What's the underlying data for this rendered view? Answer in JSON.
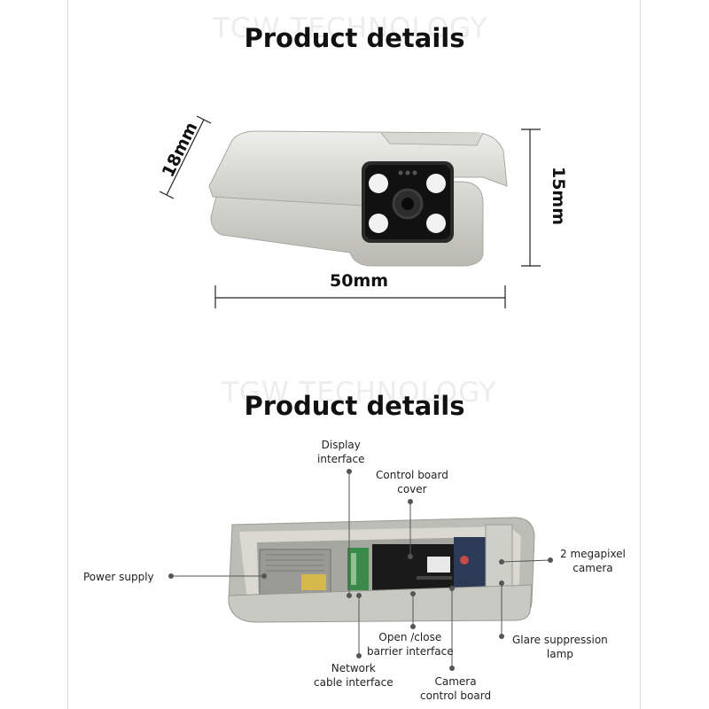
{
  "watermark_top": "TGW TECHNOLOGY",
  "watermark_bottom": "TGW TECHNOLOGY",
  "heading_top": "Product details",
  "heading_bottom": "Product details",
  "dimensions": {
    "depth": "18mm",
    "height": "15mm",
    "width": "50mm"
  },
  "callouts": {
    "display_interface": [
      "Display",
      "interface"
    ],
    "control_board_cover": [
      "Control board",
      "cover"
    ],
    "power_supply": "Power supply",
    "megapixel_camera": [
      "2 megapixel",
      "camera"
    ],
    "open_close": [
      "Open /close",
      "barrier interface"
    ],
    "glare_lamp": [
      "Glare suppression",
      "lamp"
    ],
    "network_cable": [
      "Network",
      "cable interface"
    ],
    "camera_board": [
      "Camera",
      "control board"
    ]
  }
}
